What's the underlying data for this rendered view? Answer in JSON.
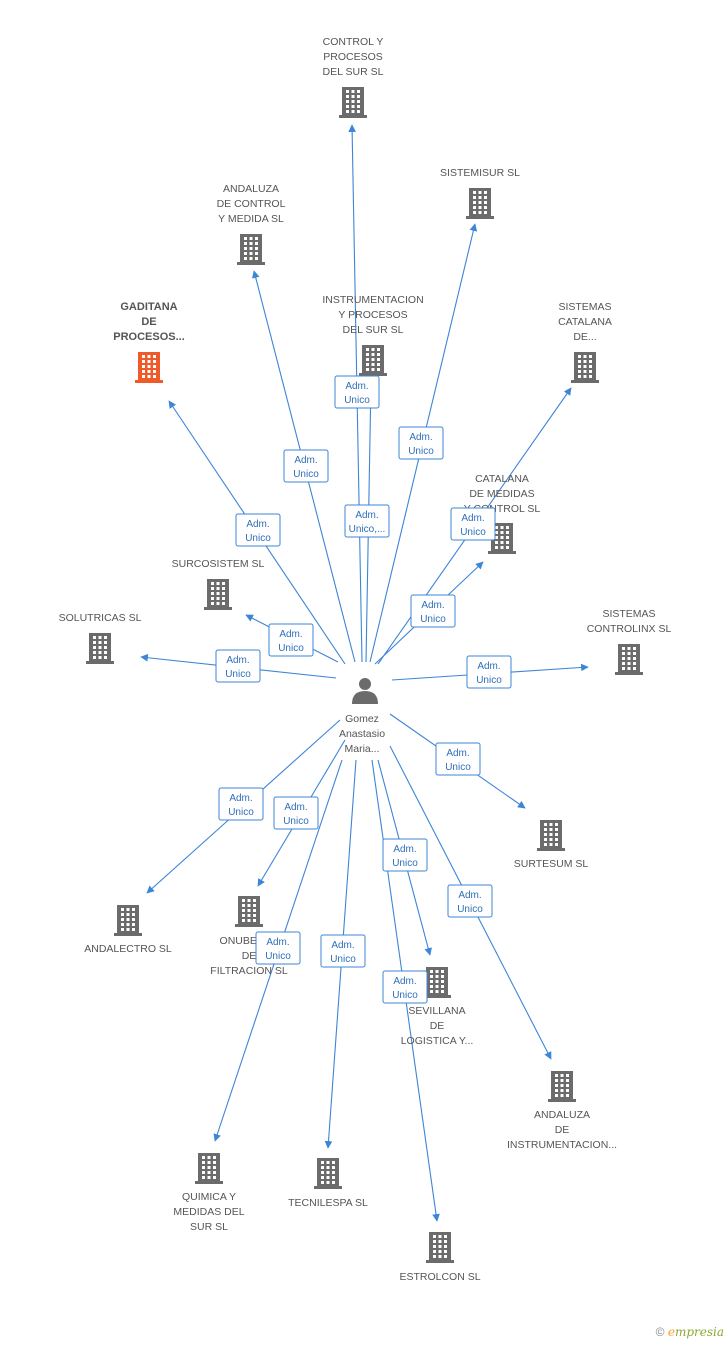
{
  "center": {
    "label": [
      "Gomez",
      "Anastasio",
      "Maria..."
    ]
  },
  "companies": [
    {
      "id": "c1",
      "label": [
        "CONTROL Y",
        "PROCESOS",
        "DEL SUR SL"
      ]
    },
    {
      "id": "c2",
      "label": [
        "SISTEMISUR SL"
      ]
    },
    {
      "id": "c3",
      "label": [
        "ANDALUZA",
        "DE CONTROL",
        "Y MEDIDA SL"
      ]
    },
    {
      "id": "c4",
      "label": [
        "GADITANA",
        "DE",
        "PROCESOS..."
      ],
      "focus": true
    },
    {
      "id": "c5",
      "label": [
        "INSTRUMENTACION",
        "Y PROCESOS",
        "DEL SUR SL"
      ]
    },
    {
      "id": "c6",
      "label": [
        "SISTEMAS",
        "CATALANA",
        "DE..."
      ]
    },
    {
      "id": "c7",
      "label": [
        "CATALANA",
        "DE MEDIDAS",
        "Y CONTROL SL"
      ]
    },
    {
      "id": "c8",
      "label": [
        "SURCOSISTEM SL"
      ]
    },
    {
      "id": "c9",
      "label": [
        "SOLUTRICAS SL"
      ]
    },
    {
      "id": "c10",
      "label": [
        "SISTEMAS",
        "CONTROLINX SL"
      ]
    },
    {
      "id": "c11",
      "label": [
        "SURTESUM SL"
      ]
    },
    {
      "id": "c12",
      "label": [
        "ANDALECTRO SL"
      ]
    },
    {
      "id": "c13",
      "label": [
        "ONUBENSE",
        "DE",
        "FILTRACION SL"
      ]
    },
    {
      "id": "c14",
      "label": [
        "SEVILLANA",
        "DE",
        "LOGISTICA Y..."
      ]
    },
    {
      "id": "c15",
      "label": [
        "ANDALUZA",
        "DE",
        "INSTRUMENTACION..."
      ]
    },
    {
      "id": "c16",
      "label": [
        "QUIMICA Y",
        "MEDIDAS DEL",
        "SUR SL"
      ]
    },
    {
      "id": "c17",
      "label": [
        "TECNILESPA SL"
      ]
    },
    {
      "id": "c18",
      "label": [
        "ESTROLCON SL"
      ]
    }
  ],
  "relations": [
    {
      "target": "c1",
      "label": [
        "Adm.",
        "Unico"
      ]
    },
    {
      "target": "c2",
      "label": [
        "Adm.",
        "Unico"
      ]
    },
    {
      "target": "c3",
      "label": [
        "Adm.",
        "Unico"
      ]
    },
    {
      "target": "c4",
      "label": [
        "Adm.",
        "Unico"
      ]
    },
    {
      "target": "c5",
      "label": [
        "Adm.",
        "Unico,..."
      ]
    },
    {
      "target": "c6",
      "label": [
        "Adm.",
        "Unico"
      ]
    },
    {
      "target": "c7",
      "label": [
        "Adm.",
        "Unico"
      ]
    },
    {
      "target": "c8",
      "label": [
        "Adm.",
        "Unico"
      ]
    },
    {
      "target": "c9",
      "label": [
        "Adm.",
        "Unico"
      ]
    },
    {
      "target": "c10",
      "label": [
        "Adm.",
        "Unico"
      ]
    },
    {
      "target": "c11",
      "label": [
        "Adm.",
        "Unico"
      ]
    },
    {
      "target": "c12",
      "label": [
        "Adm.",
        "Unico"
      ]
    },
    {
      "target": "c13",
      "label": [
        "Adm.",
        "Unico"
      ]
    },
    {
      "target": "c14",
      "label": [
        "Adm.",
        "Unico"
      ]
    },
    {
      "target": "c15",
      "label": [
        "Adm.",
        "Unico"
      ]
    },
    {
      "target": "c16",
      "label": [
        "Adm.",
        "Unico"
      ]
    },
    {
      "target": "c17",
      "label": [
        "Adm.",
        "Unico"
      ]
    },
    {
      "target": "c18",
      "label": [
        "Adm.",
        "Unico"
      ]
    }
  ],
  "footer": {
    "copyright": "©",
    "brand_initial": "e",
    "brand_rest": "mpresia"
  },
  "colors": {
    "edge": "#3d85d6",
    "building": "#6b6b6b",
    "focus_building": "#f05a28"
  }
}
